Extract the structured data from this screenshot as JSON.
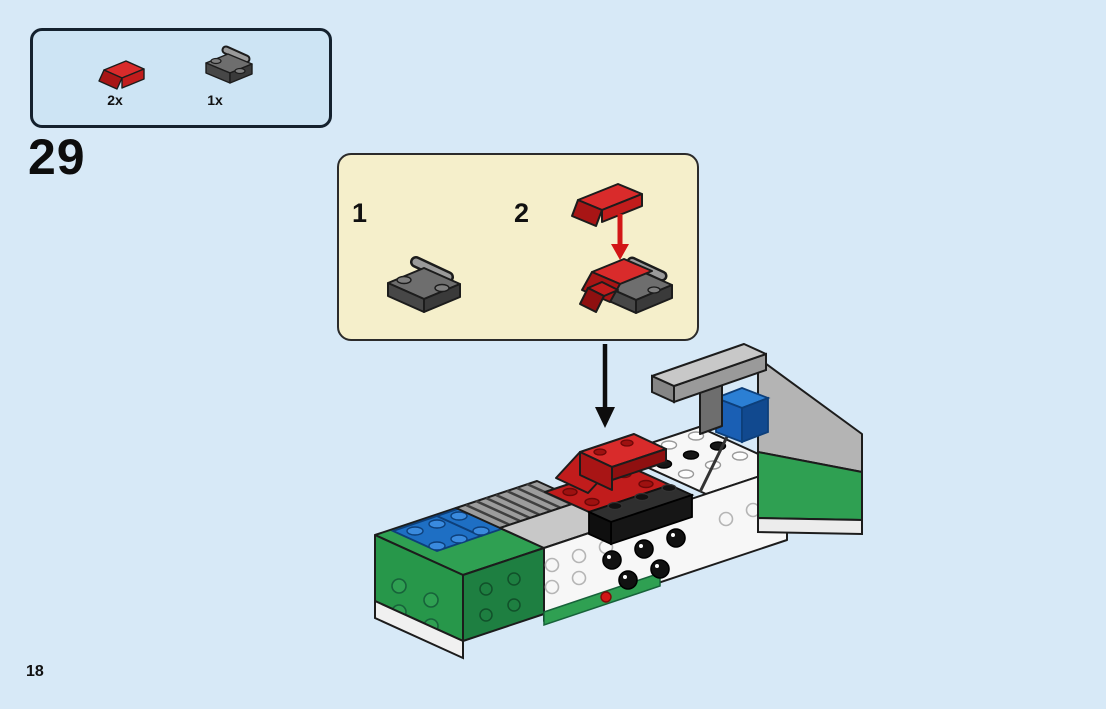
{
  "page": {
    "step_number": "29",
    "page_number": "18"
  },
  "parts_box": {
    "items": [
      {
        "count": "2x",
        "part": "red-curved-slope-1x2"
      },
      {
        "count": "1x",
        "part": "dark-gray-plate-2x2-with-bar"
      }
    ]
  },
  "callout": {
    "substeps": [
      {
        "label": "1",
        "part": "dark-gray-plate-2x2-with-bar"
      },
      {
        "label": "2",
        "part": "red-curved-slopes-attached-to-plate"
      }
    ]
  },
  "colors": {
    "background": "#d7e9f7",
    "parts_box_fill": "#cde4f4",
    "parts_box_border": "#14212e",
    "callout_fill": "#f5efcb",
    "callout_border": "#2b2b2b",
    "red": "#d92b2b",
    "dark_red": "#a81515",
    "green": "#2fa052",
    "dark_green": "#1e7f41",
    "blue": "#1e6fc4",
    "gray": "#6e6e6e",
    "light_gray": "#c8c8c8",
    "black": "#1a1a1a"
  }
}
